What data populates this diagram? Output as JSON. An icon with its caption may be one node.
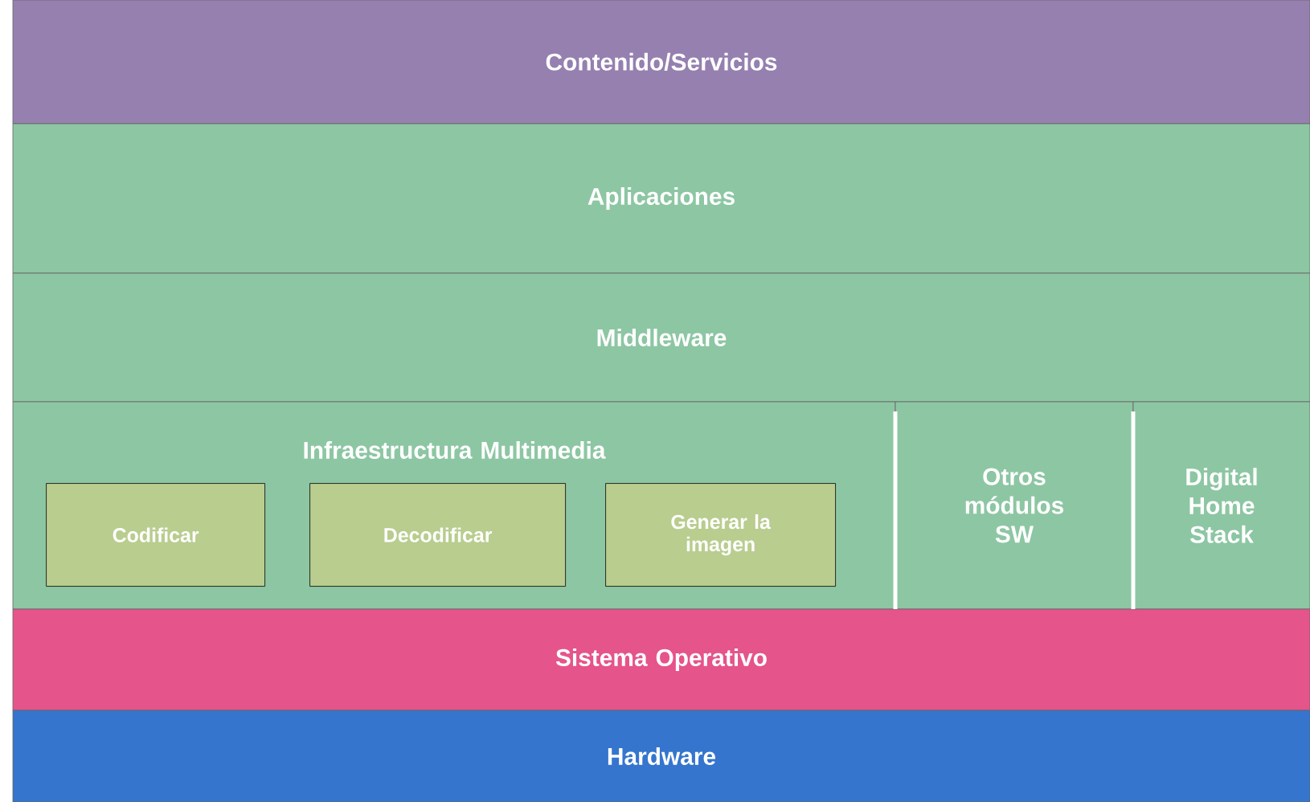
{
  "diagram": {
    "nodes": [
      {
        "text": [
          "Contenido/Servicios"
        ]
      },
      {
        "text": [
          "Aplicaciones"
        ]
      },
      {
        "text": [
          "Middleware"
        ]
      },
      {
        "text": [
          "Infraestructura Multimedia"
        ]
      },
      {
        "text": [
          "Codificar"
        ],
        "in": 3
      },
      {
        "text": [
          "Decodificar"
        ],
        "in": 3
      },
      {
        "text": [
          "Generar la imagen"
        ],
        "in": 3
      },
      {
        "text": [
          "Otros módulos SW"
        ]
      },
      {
        "text": [
          "Digital Home Stack"
        ]
      },
      {
        "text": [
          "Sistema Operativo"
        ]
      },
      {
        "text": [
          "Hardware"
        ]
      }
    ]
  }
}
